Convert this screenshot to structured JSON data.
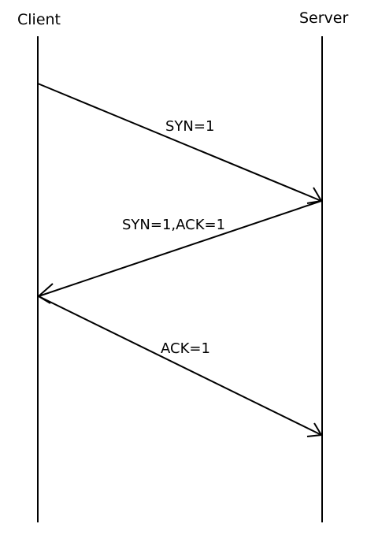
{
  "participants": {
    "client": "Client",
    "server": "Server"
  },
  "messages": [
    {
      "label": "SYN=1",
      "from": "client",
      "to": "server"
    },
    {
      "label": "SYN=1,ACK=1",
      "from": "server",
      "to": "client"
    },
    {
      "label": "ACK=1",
      "from": "client",
      "to": "server"
    }
  ],
  "colors": {
    "line": "#000000",
    "background": "#ffffff"
  }
}
